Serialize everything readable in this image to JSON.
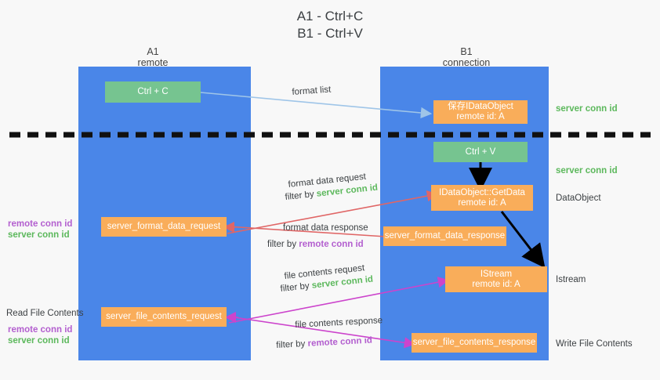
{
  "title": {
    "line1": "A1 - Ctrl+C",
    "line2": "B1 - Ctrl+V"
  },
  "columns": [
    {
      "name": "A1",
      "sub": "remote"
    },
    {
      "name": "B1",
      "sub": "connection"
    }
  ],
  "colors": {
    "lane": "#4a86e8",
    "green_box": "#76c490",
    "orange_box": "#f9ad5a",
    "server_conn": "#5cb85c",
    "remote_conn": "#b35fcf",
    "arrow_blue": "#9fc5e8",
    "arrow_red": "#e06666",
    "arrow_magenta": "#cc44cc",
    "arrow_black": "#000000",
    "background": "#f8f8f8"
  },
  "boxes": {
    "ctrl_c": "Ctrl + C",
    "ctrl_v": "Ctrl + V",
    "save_idataobject": {
      "line1": "保存IDataObject",
      "line2": "remote id: A"
    },
    "getdata": {
      "line1": "IDataObject::GetData",
      "line2": "remote id: A"
    },
    "istream": {
      "line1": "IStream",
      "line2": "remote id: A"
    },
    "server_format_data_request": "server_format_data_request",
    "server_format_data_response": "server_format_data_response",
    "server_file_contents_request": "server_file_contents_request",
    "server_file_contents_response": "server_file_contents_response"
  },
  "mid_labels": {
    "format_list": "format list",
    "format_data_request": "format data request",
    "format_data_request_filter_prefix": "filter by ",
    "format_data_request_filter_value": "server conn id",
    "format_data_response": "format data response",
    "format_data_response_filter_prefix": "filter by ",
    "format_data_response_filter_value": "remote conn id",
    "file_contents_request": "file contents request",
    "file_contents_request_filter_prefix": "filter by ",
    "file_contents_request_filter_value": "server conn id",
    "file_contents_response": "file contents response",
    "file_contents_response_filter_prefix": "filter by ",
    "file_contents_response_filter_value": "remote conn id"
  },
  "right_labels": {
    "server_conn_id_top": "server conn id",
    "server_conn_id_mid": "server conn id",
    "dataobject": "DataObject",
    "istream": "Istream",
    "write_file_contents": "Write File Contents"
  },
  "left_labels": {
    "remote_conn_id_1": "remote conn id",
    "server_conn_id_1": "server conn id",
    "read_file_contents": "Read File Contents",
    "remote_conn_id_2": "remote conn id",
    "server_conn_id_2": "server conn id"
  }
}
